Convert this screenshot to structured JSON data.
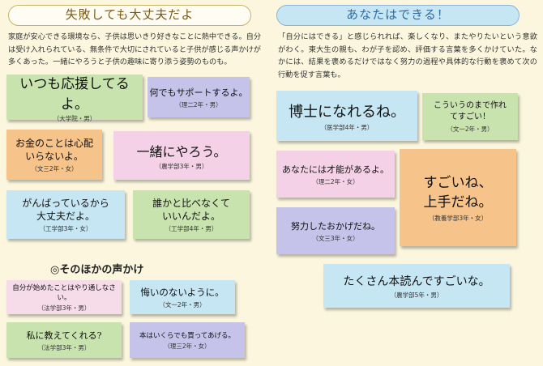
{
  "left": {
    "title": "失敗しても大丈夫だよ",
    "intro": "家庭が安心できる環境なら、子供は思いきり好きなことに熱中できる。自分は受け入れられている、無条件で大切にされていると子供が感じる声かけが多くあった。一緒にやろうと子供の趣味に寄り添う姿勢のものも。",
    "cards": [
      {
        "msg": "いつも応援してるよ。",
        "who": "（大学院・男）"
      },
      {
        "msg": "何でもサポートするよ。",
        "who": "（理二2年・男）"
      },
      {
        "msg": "お金のことは心配いらないよ。",
        "who": "（文三2年・女）"
      },
      {
        "msg": "一緒にやろう。",
        "who": "（農学部3年・男）"
      },
      {
        "msg": "がんばっているから大丈夫だよ。",
        "who": "（工学部3年・女）"
      },
      {
        "msg": "誰かと比べなくていいんだよ。",
        "who": "（工学部4年・男）"
      }
    ],
    "subhead": "◎そのほかの声かけ",
    "other_cards": [
      {
        "msg": "自分が始めたことはやり通しなさい。",
        "who": "（法学部3年・男）"
      },
      {
        "msg": "悔いのないように。",
        "who": "（文一2年・男）"
      },
      {
        "msg": "私に教えてくれる?",
        "who": "（法学部3年・男）"
      },
      {
        "msg": "本はいくらでも買ってあげる。",
        "who": "（理三2年・女）"
      }
    ]
  },
  "right": {
    "title": "あなたはできる！",
    "intro": "「自分にはできる」と感じられれば、楽しくなり、またやりたいという意欲がわく。東大生の親も、わが子を認め、評価する言葉を多くかけていた。なかには、結果を褒めるだけではなく努力の過程や具体的な行動を褒めて次の行動を促す言葉も。",
    "cards": [
      {
        "msg": "博士になれるね。",
        "who": "（医学部4年・男）"
      },
      {
        "msg": "こういうのまで作れてすごい！",
        "who": "（文一2年・男）"
      },
      {
        "msg": "あなたには才能があるよ。",
        "who": "（理二2年・女）"
      },
      {
        "msg": "すごいね、上手だね。",
        "who": "（教養学部3年・女）"
      },
      {
        "msg": "努力したおかげだね。",
        "who": "（文三3年・女）"
      },
      {
        "msg": "たくさん本読んですごいな。",
        "who": "（農学部5年・男）"
      }
    ]
  }
}
